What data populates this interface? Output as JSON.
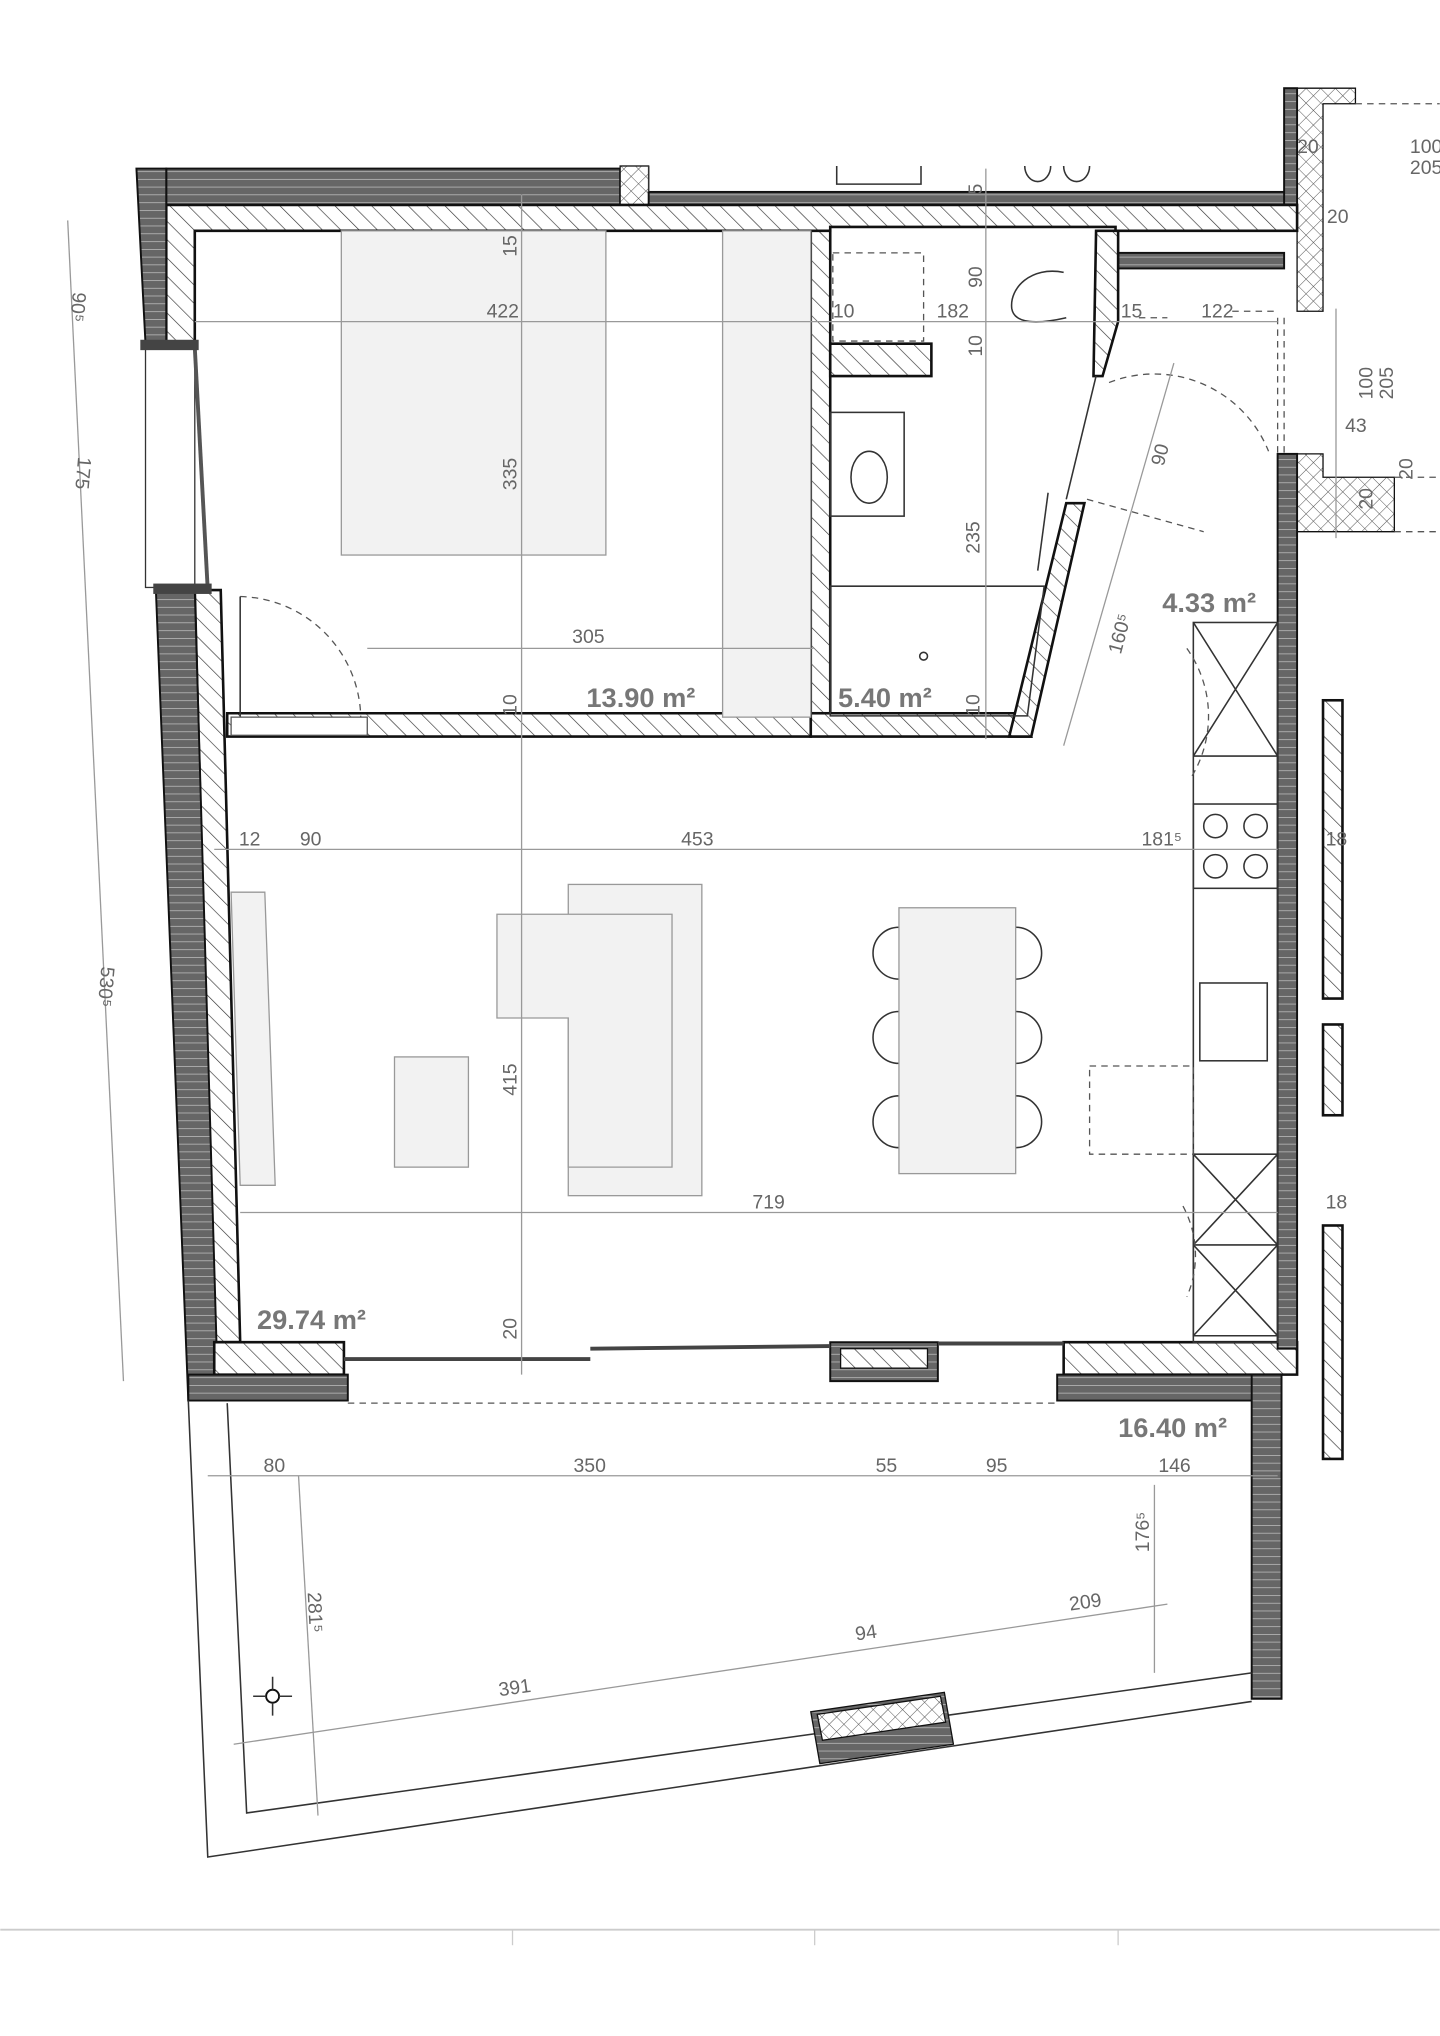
{
  "areas": {
    "bedroom": "13.90 m²",
    "bathroom": "5.40 m²",
    "entrance": "4.33 m²",
    "living": "29.74 m²",
    "terrace": "16.40 m²"
  },
  "dimensions": {
    "top": [
      "5",
      "15",
      "422",
      "10",
      "182",
      "15",
      "122",
      "90",
      "10",
      "335",
      "235",
      "90",
      "160⁵",
      "305",
      "10",
      "10"
    ],
    "right": [
      "20",
      "100",
      "205",
      "20",
      "100",
      "205",
      "43",
      "20",
      "20"
    ],
    "left": [
      "90⁵",
      "175",
      "530⁵"
    ],
    "living": [
      "12",
      "90",
      "453",
      "181⁵",
      "18",
      "415",
      "719",
      "18",
      "20"
    ],
    "terrace": [
      "80",
      "350",
      "55",
      "95",
      "146",
      "176⁵",
      "281⁵",
      "209",
      "94",
      "391"
    ]
  },
  "colors": {
    "wall_line": "#111111",
    "dimension_text": "#666666",
    "furniture_fill": "#f2f2f2"
  }
}
